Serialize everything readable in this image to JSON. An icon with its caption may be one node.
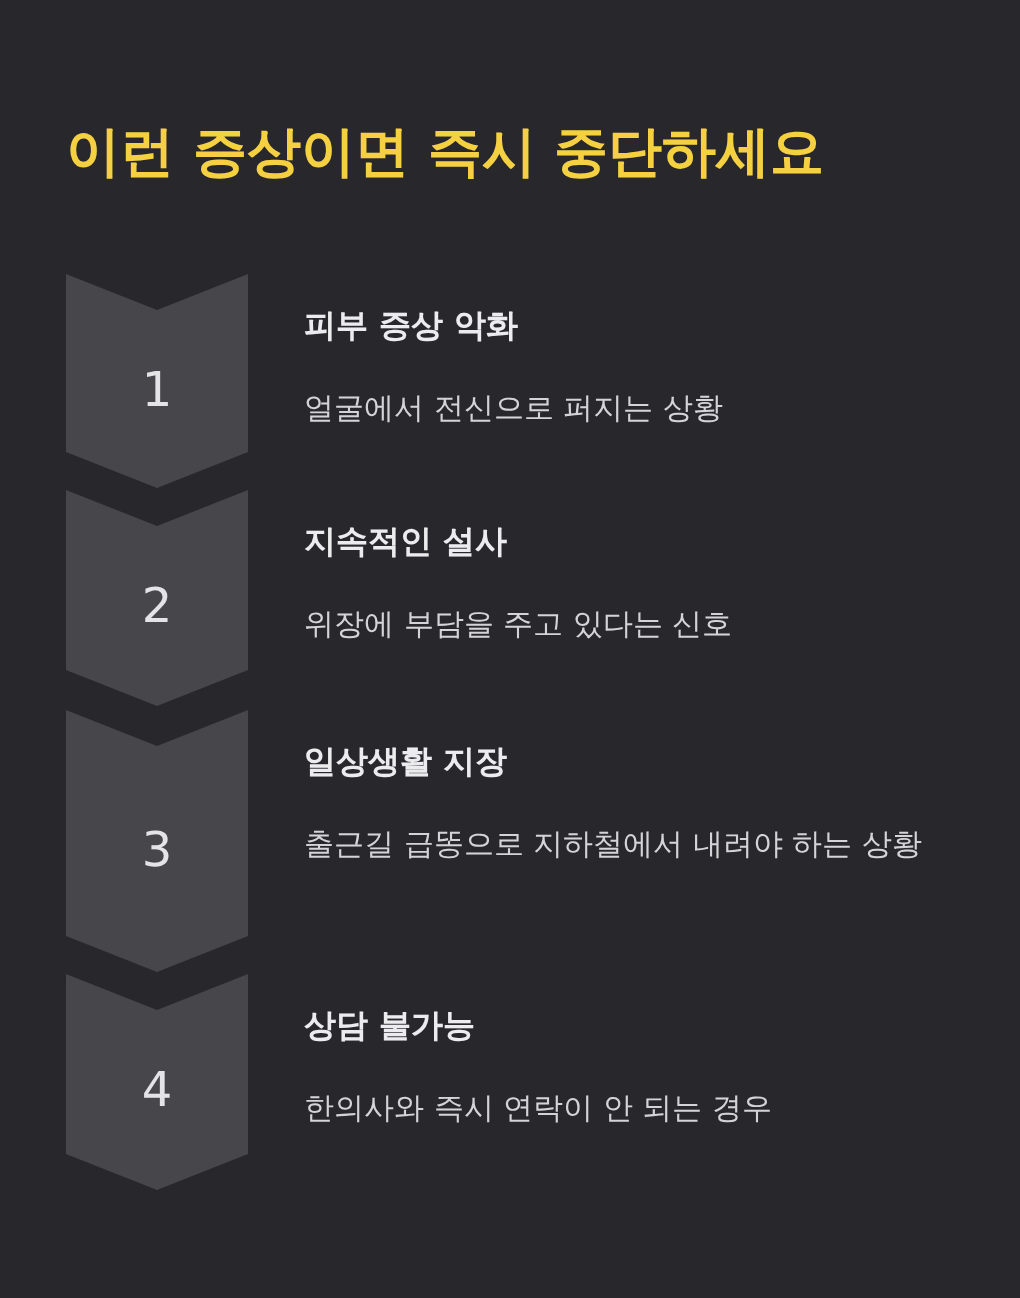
{
  "diagram": {
    "title": "이런 증상이면 즉시 중단하세요",
    "nodes": [
      {
        "text": [
          "1"
        ],
        "beside": [
          "피부 증상 악화",
          "얼굴에서 전신으로 퍼지는 상황"
        ]
      },
      {
        "text": [
          "2"
        ],
        "beside": [
          "지속적인 설사",
          "위장에 부담을 주고 있다는 신호"
        ]
      },
      {
        "text": [
          "3"
        ],
        "beside": [
          "일상생활 지장",
          "출근길 급똥으로 지하철에서 내려야 하는 상황"
        ]
      },
      {
        "text": [
          "4"
        ],
        "beside": [
          "상담 불가능",
          "한의사와 즉시 연락이 안 되는 경우"
        ]
      }
    ],
    "edges": []
  }
}
